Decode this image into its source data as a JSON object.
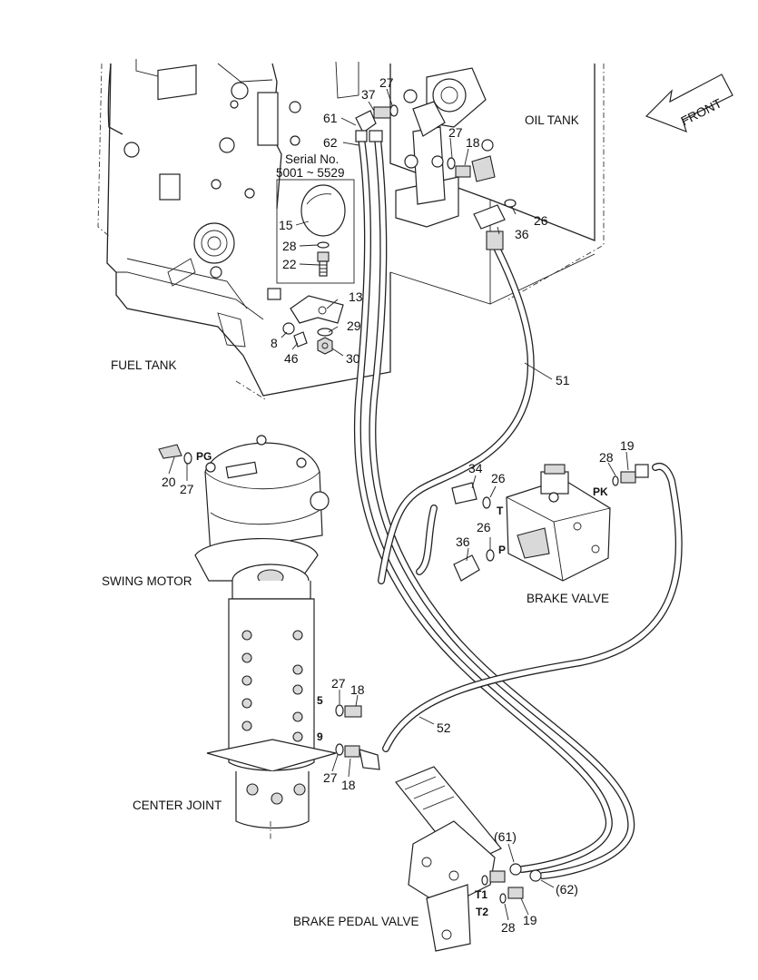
{
  "components": {
    "oil_tank": "OIL TANK",
    "fuel_tank": "FUEL TANK",
    "swing_motor": "SWING MOTOR",
    "brake_valve": "BRAKE VALVE",
    "center_joint": "CENTER JOINT",
    "brake_pedal_valve": "BRAKE PEDAL VALVE",
    "front_arrow": "FRONT"
  },
  "serial_box": {
    "line1": "Serial No.",
    "line2": "5001 ~ 5529"
  },
  "ports": {
    "pg": "PG",
    "t": "T",
    "p": "P",
    "pk": "PK",
    "t1": "T1",
    "t2": "T2",
    "cj5": "5",
    "cj9": "9"
  },
  "callouts": {
    "n37": "37",
    "n27a": "27",
    "n61": "61",
    "n62": "62",
    "n27b": "27",
    "n18a": "18",
    "n26a": "26",
    "n36a": "36",
    "n15": "15",
    "n28a": "28",
    "n22": "22",
    "n13": "13",
    "n29": "29",
    "n8": "8",
    "n46": "46",
    "n30": "30",
    "n51": "51",
    "n20": "20",
    "n27c": "27",
    "n34": "34",
    "n26b": "26",
    "n26c": "26",
    "n36b": "36",
    "n28b": "28",
    "n19a": "19",
    "n27d": "27",
    "n18b": "18",
    "n52": "52",
    "n27e": "27",
    "n18c": "18",
    "n61p": "(61)",
    "n62p": "(62)",
    "n28c": "28",
    "n19b": "19"
  }
}
